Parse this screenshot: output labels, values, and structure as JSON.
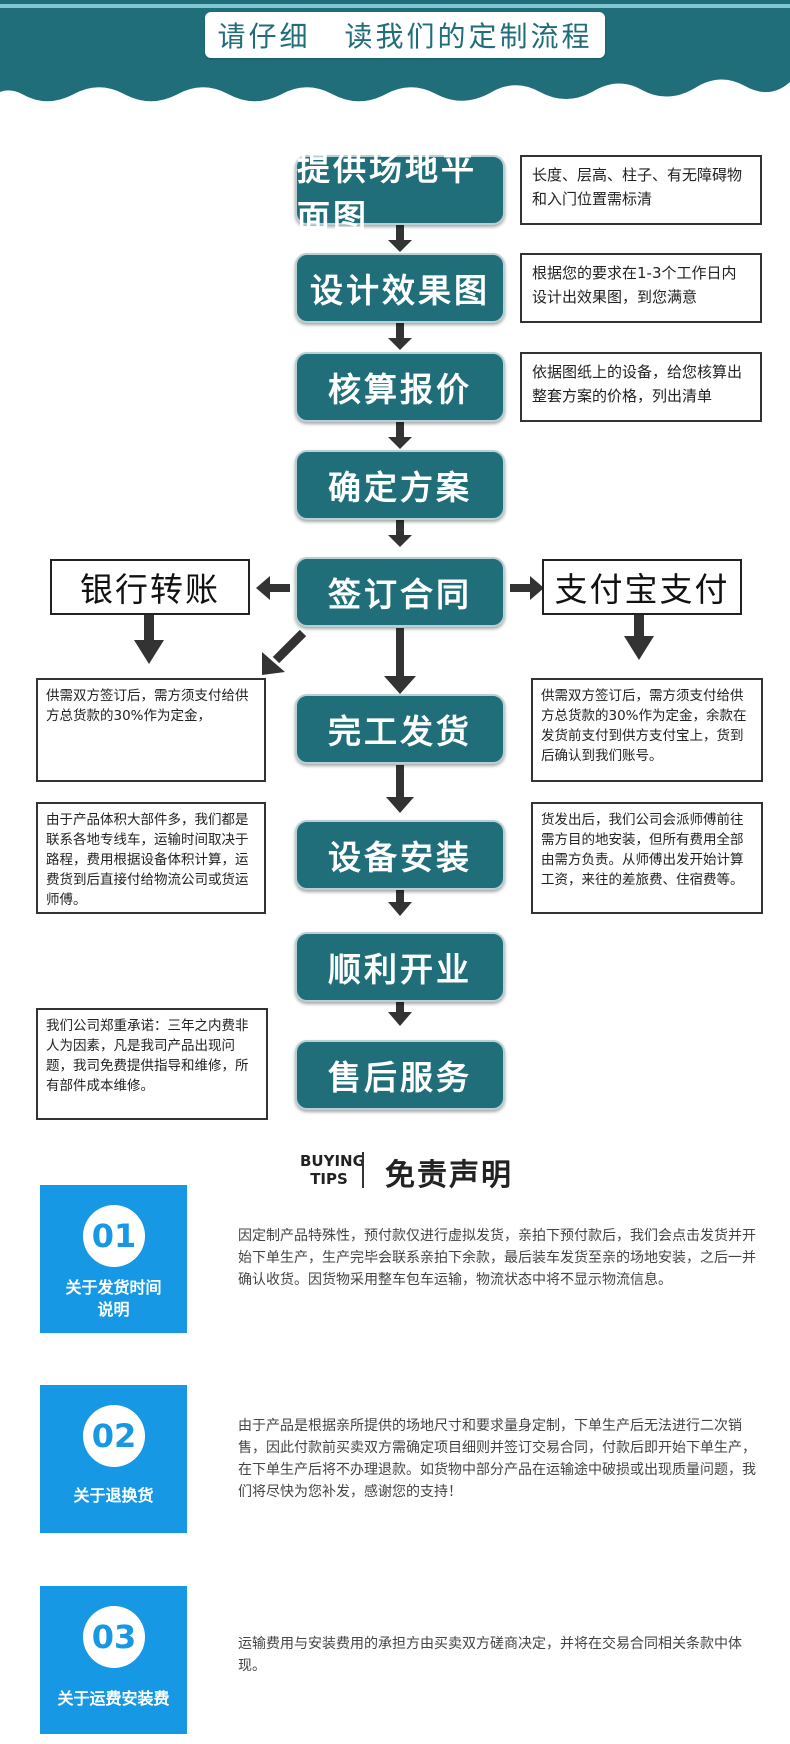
{
  "banner": {
    "title_part1": "请仔细",
    "title_part2": "读我们的定制流程"
  },
  "flow": {
    "steps": [
      "提供场地平面图",
      "设计效果图",
      "核算报价",
      "确定方案",
      "签订合同",
      "完工发货",
      "设备安装",
      "顺利开业",
      "售后服务"
    ],
    "notes": {
      "site_plan": "长度、层高、柱子、有无障碍物和入门位置需标清",
      "design": "根据您的要求在1-3个工作日内设计出效果图，到您满意",
      "quote": "依据图纸上的设备，给您核算出整套方案的价格，列出清单",
      "bank_deposit": "供需双方签订后，需方须支付给供方总货款的30%作为定金，",
      "alipay_deposit": "供需双方签订后，需方须支付给供方总货款的30%作为定金，余款在发货前支付到供方支付宝上，货到后确认到我们账号。",
      "shipping": "由于产品体积大部件多，我们都是联系各地专线车，运输时间取决于路程，费用根据设备体积计算，运费货到后直接付给物流公司或货运师傅。",
      "installation": "货发出后，我们公司会派师傅前往需方目的地安装，但所有费用全部由需方负责。从师傅出发开始计算工资，来往的差旅费、住宿费等。",
      "after_sales": "我们公司郑重承诺：三年之内费非人为因素，凡是我司产品出现问题，我司免费提供指导和维修，所有部件成本维修。"
    },
    "payment": {
      "bank": "银行转账",
      "alipay": "支付宝支付"
    }
  },
  "tips": {
    "heading_en_line1": "BUYING",
    "heading_en_line2": "TIPS",
    "heading_cn": "免责声明",
    "items": [
      {
        "number": "01",
        "title_line1": "关于发货时间",
        "title_line2": "说明",
        "text": "因定制产品特殊性，预付款仅进行虚拟发货，亲拍下预付款后，我们会点击发货并开始下单生产，生产完毕会联系亲拍下余款，最后装车发货至亲的场地安装，之后一并确认收货。因货物采用整车包车运输，物流状态中将不显示物流信息。"
      },
      {
        "number": "02",
        "title_line1": "关于退换货",
        "text": "由于产品是根据亲所提供的场地尺寸和要求量身定制，下单生产后无法进行二次销售，因此付款前买卖双方需确定项目细则并签订交易合同，付款后即开始下单生产，在下单生产后将不办理退款。如货物中部分产品在运输途中破损或出现质量问题，我们将尽快为您补发，感谢您的支持！"
      },
      {
        "number": "03",
        "title_line1": "关于运费安装费",
        "text": "运输费用与安装费用的承担方由买卖双方磋商决定，并将在交易合同相关条款中体现。"
      }
    ]
  },
  "colors": {
    "teal": "#1f6e7a",
    "blue": "#1698e4"
  }
}
